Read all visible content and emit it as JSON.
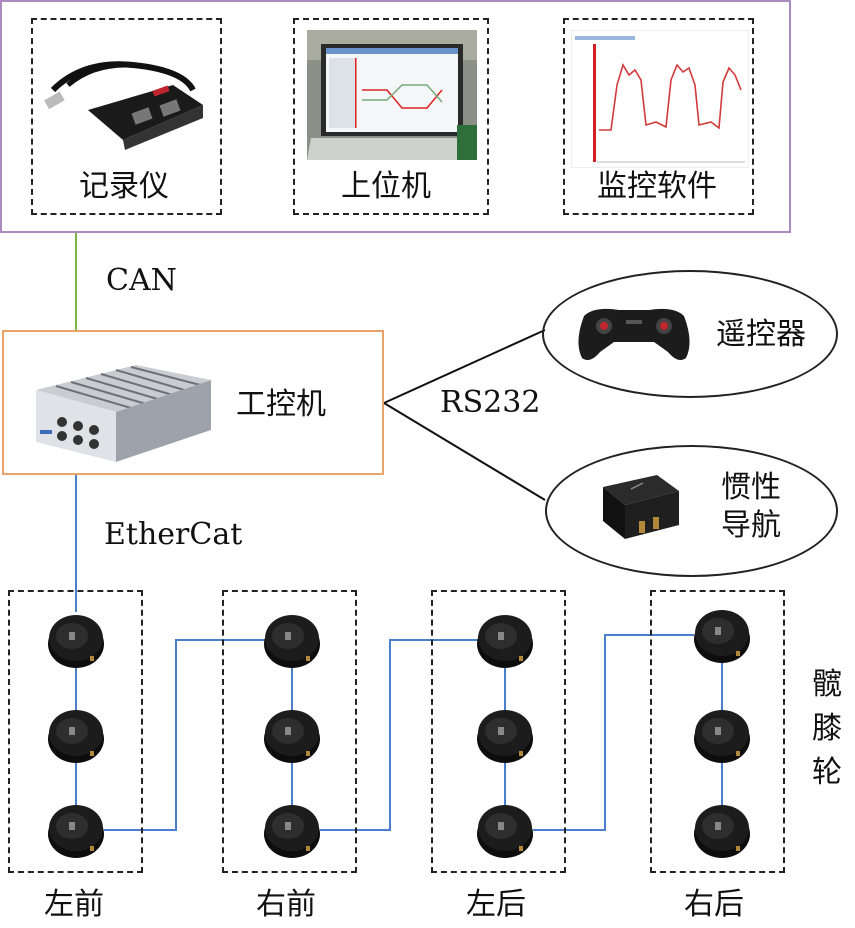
{
  "top_group": {
    "items": [
      {
        "label": "记录仪",
        "icon": "usb-can-adapter-icon"
      },
      {
        "label": "上位机",
        "icon": "laptop-icon"
      },
      {
        "label": "监控软件",
        "icon": "monitoring-chart-icon"
      }
    ]
  },
  "links": {
    "can": "CAN",
    "rs232": "RS232",
    "ethercat": "EtherCat"
  },
  "controller": {
    "label": "工控机",
    "icon": "industrial-pc-icon"
  },
  "peripherals": {
    "remote": {
      "label": "遥控器",
      "icon": "gamepad-icon"
    },
    "imu": {
      "label_line1": "惯性",
      "label_line2": "导航",
      "icon": "imu-module-icon"
    }
  },
  "legs": [
    {
      "label": "左前"
    },
    {
      "label": "右前"
    },
    {
      "label": "左后"
    },
    {
      "label": "右后"
    }
  ],
  "side_label": {
    "chars": [
      "髋",
      "膝",
      "轮"
    ]
  },
  "colors": {
    "top_border": "#a98bbf",
    "controller_border": "#e9a36a",
    "can_line": "#7ab648",
    "ethercat_line": "#4a7fd0"
  }
}
